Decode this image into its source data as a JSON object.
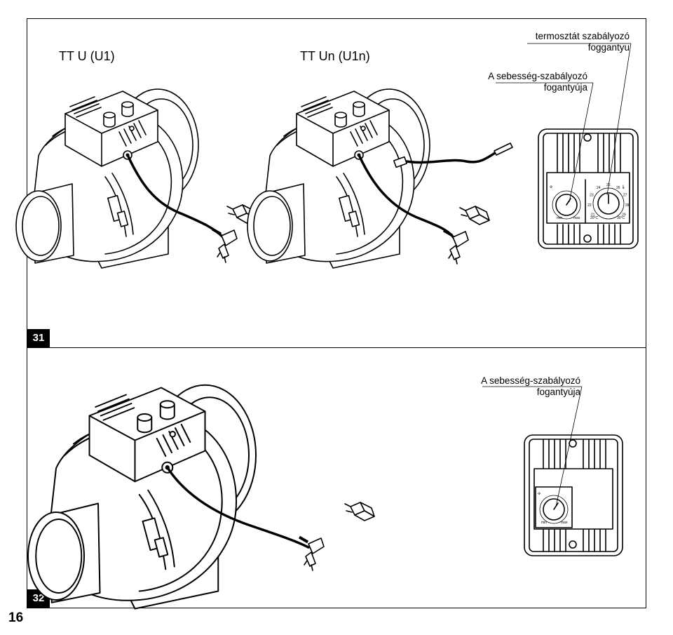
{
  "page": {
    "number": "16"
  },
  "figure31": {
    "number": "31",
    "left_title": "TT U (U1)",
    "right_title": "TT Un (U1n)",
    "callouts": {
      "thermostat_line1": "termosztát szabályozó",
      "thermostat_line2": "foggantyu",
      "speed_line1": "A sebesség-szabályozó",
      "speed_line2": "fogantyúja"
    },
    "panel_dial": {
      "min": "min",
      "max": "max"
    },
    "thermo_dial": {
      "low": "20°C",
      "high": "30°C",
      "ticks": [
        "21",
        "22",
        "23",
        "24",
        "25",
        "26",
        "27",
        "28",
        "29"
      ]
    }
  },
  "figure32": {
    "number": "32",
    "callouts": {
      "speed_line1": "A sebesség-szabályozó",
      "speed_line2": "fogantyúja"
    },
    "panel_dial": {
      "min": "min",
      "max": "max"
    }
  }
}
